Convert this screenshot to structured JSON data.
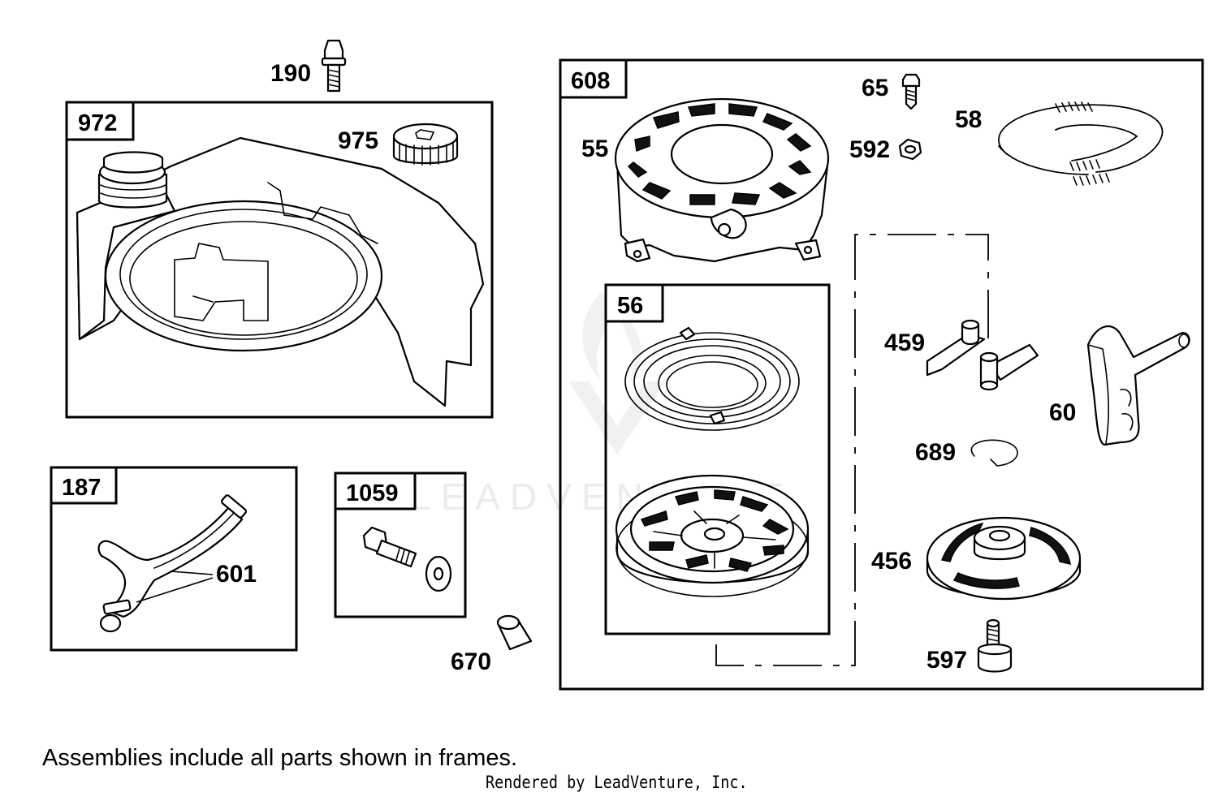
{
  "frames": {
    "f972": "972",
    "f608": "608",
    "f56": "56",
    "f187": "187",
    "f1059": "1059"
  },
  "callouts": {
    "p190": "190",
    "p975": "975",
    "p65": "65",
    "p58": "58",
    "p55": "55",
    "p592": "592",
    "p459": "459",
    "p60": "60",
    "p689": "689",
    "p456": "456",
    "p597": "597",
    "p601": "601",
    "p670": "670"
  },
  "watermark": "LEADVENTURE",
  "footnote": "Assemblies include all parts shown in frames.",
  "credit": "Rendered by LeadVenture, Inc."
}
